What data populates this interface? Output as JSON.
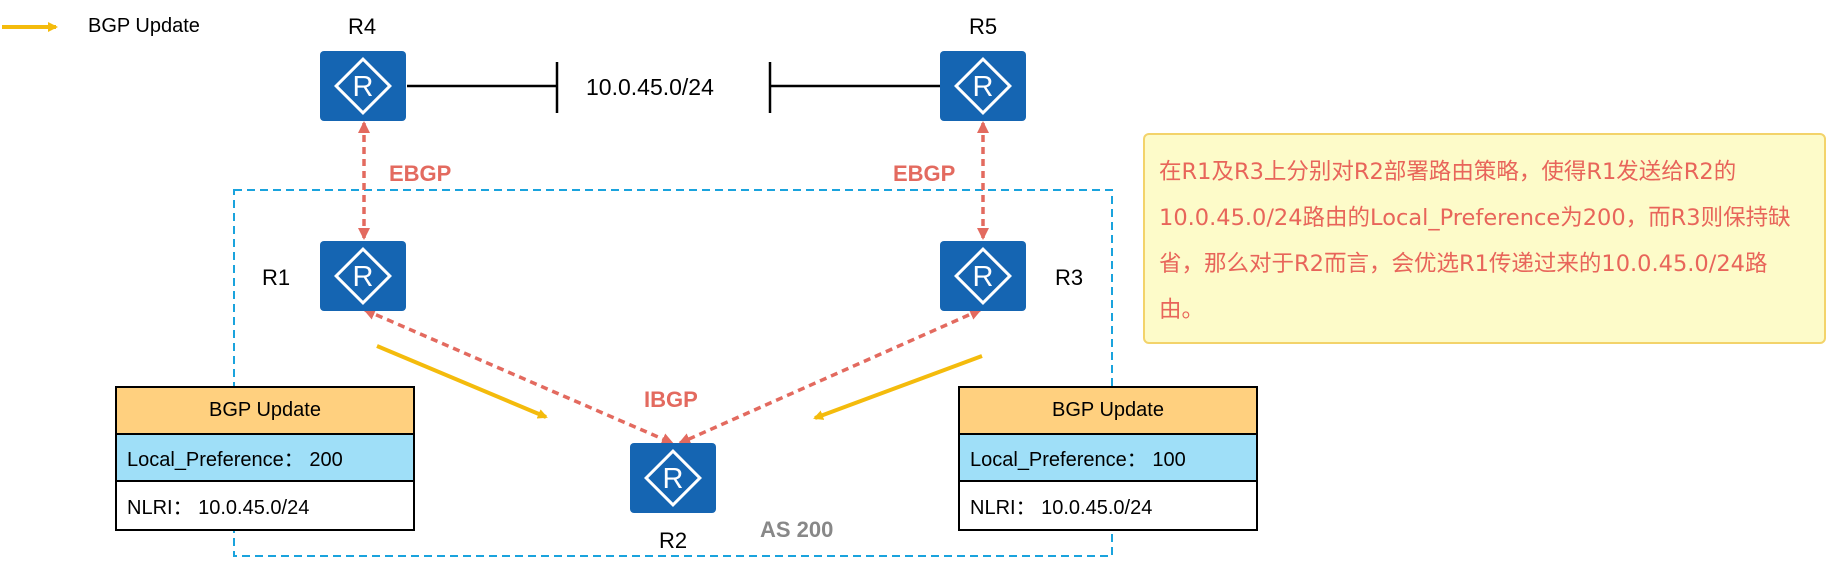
{
  "colors": {
    "router_fill": "#1565b2",
    "update_arrow": "#f4bb0c",
    "session_line": "#e36a5f",
    "as_boundary": "#1aa3dd",
    "update_header": "#ffd07f",
    "update_pref_row": "#9fdff8",
    "note_fill": "#fdfbc9",
    "note_border": "#f3d36a",
    "note_text": "#e8655a"
  },
  "legend": {
    "icon": "arrow-right-icon",
    "label": "BGP Update"
  },
  "routers": {
    "r4": {
      "label": "R4",
      "icon": "router-icon"
    },
    "r5": {
      "label": "R5",
      "icon": "router-icon"
    },
    "r1": {
      "label": "R1",
      "icon": "router-icon"
    },
    "r3": {
      "label": "R3",
      "icon": "router-icon"
    },
    "r2": {
      "label": "R2",
      "icon": "router-icon"
    }
  },
  "network": {
    "subnet": "10.0.45.0/24"
  },
  "sessions": {
    "ebgp_left": "EBGP",
    "ebgp_right": "EBGP",
    "ibgp": "IBGP"
  },
  "as_label": "AS 200",
  "updates": {
    "from_r1": {
      "title": "BGP Update",
      "pref": "Local_Preference：  200",
      "nlri": "NLRI：  10.0.45.0/24"
    },
    "from_r3": {
      "title": "BGP Update",
      "pref": "Local_Preference：  100",
      "nlri": "NLRI：  10.0.45.0/24"
    }
  },
  "note": {
    "text": "在R1及R3上分别对R2部署路由策略，使得R1发送给R2的10.0.45.0/24路由的Local_Preference为200，而R3则保持缺省，那么对于R2而言，会优选R1传递过来的10.0.45.0/24路由。"
  }
}
